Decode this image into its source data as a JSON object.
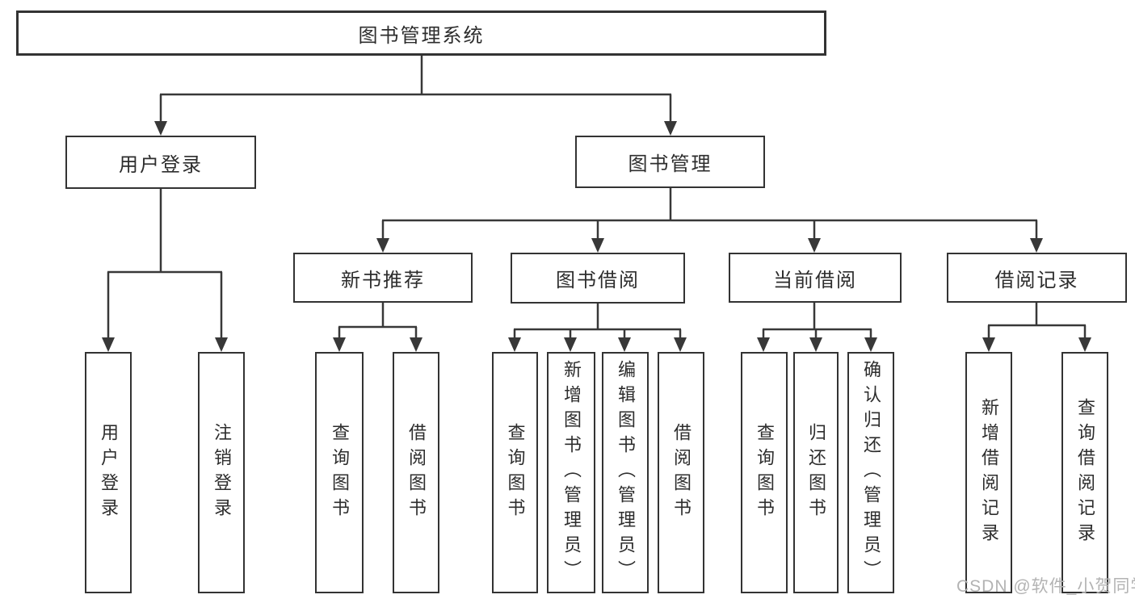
{
  "tree": {
    "label": "图书管理系统",
    "children": [
      {
        "label": "用户登录",
        "children": [
          {
            "label": "用户登录"
          },
          {
            "label": "注销登录"
          }
        ]
      },
      {
        "label": "图书管理",
        "children": [
          {
            "label": "新书推荐",
            "children": [
              {
                "label": "查询图书"
              },
              {
                "label": "借阅图书"
              }
            ]
          },
          {
            "label": "图书借阅",
            "children": [
              {
                "label": "查询图书"
              },
              {
                "label": "新增图书（管理员）"
              },
              {
                "label": "编辑图书（管理员）"
              },
              {
                "label": "借阅图书"
              }
            ]
          },
          {
            "label": "当前借阅",
            "children": [
              {
                "label": "查询图书"
              },
              {
                "label": "归还图书"
              },
              {
                "label": "确认归还（管理员）"
              }
            ]
          },
          {
            "label": "借阅记录",
            "children": [
              {
                "label": "新增借阅记录"
              },
              {
                "label": "查询借阅记录"
              }
            ]
          }
        ]
      }
    ]
  },
  "watermark": {
    "text": "CSDN @软件_小贺同学",
    "color": "#b3b3b3"
  },
  "colors": {
    "background": "#ffffff",
    "box_border": "#333333",
    "connector_line": "#383838",
    "text": "#2d2d2d"
  }
}
